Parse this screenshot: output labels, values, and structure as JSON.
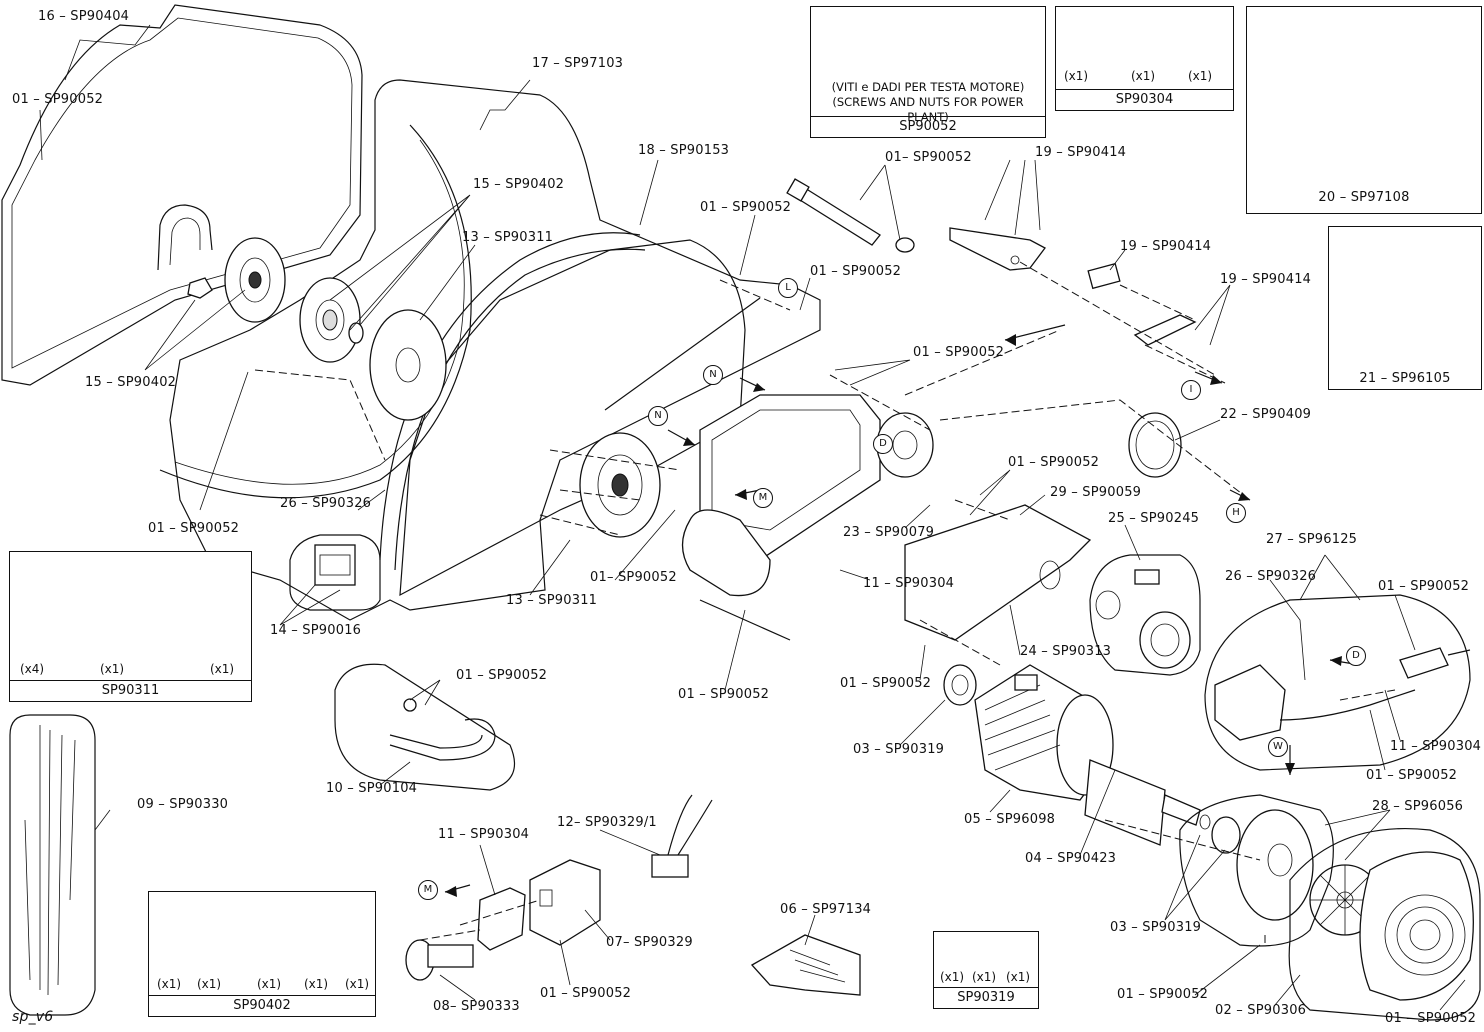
{
  "drawing_code": "sp_v6",
  "callouts": [
    {
      "id": "c-16",
      "text": "16 – SP90404"
    },
    {
      "id": "c-01a",
      "text": "01 – SP90052"
    },
    {
      "id": "c-17",
      "text": "17 – SP97103"
    },
    {
      "id": "c-15a",
      "text": "15 – SP90402"
    },
    {
      "id": "c-13a",
      "text": "13 – SP90311"
    },
    {
      "id": "c-15b",
      "text": "15 – SP90402"
    },
    {
      "id": "c-01b",
      "text": "01 – SP90052"
    },
    {
      "id": "c-18",
      "text": "18 – SP90153"
    },
    {
      "id": "c-01c",
      "text": "01 – SP90052"
    },
    {
      "id": "c-01d",
      "text": "01– SP90052"
    },
    {
      "id": "c-01e",
      "text": "01 – SP90052"
    },
    {
      "id": "c-19a",
      "text": "19 – SP90414"
    },
    {
      "id": "c-19b",
      "text": "19 – SP90414"
    },
    {
      "id": "c-19c",
      "text": "19 – SP90414"
    },
    {
      "id": "c-01f",
      "text": "01 – SP90052"
    },
    {
      "id": "c-22",
      "text": "22 – SP90409"
    },
    {
      "id": "c-26a",
      "text": "26 – SP90326"
    },
    {
      "id": "c-13b",
      "text": "13 – SP90311"
    },
    {
      "id": "c-01g",
      "text": "01– SP90052"
    },
    {
      "id": "c-01h",
      "text": "01 – SP90052"
    },
    {
      "id": "c-29",
      "text": "29 – SP90059"
    },
    {
      "id": "c-23",
      "text": "23 – SP90079"
    },
    {
      "id": "c-11a",
      "text": "11 – SP90304"
    },
    {
      "id": "c-25",
      "text": "25 – SP90245"
    },
    {
      "id": "c-14",
      "text": "14 – SP90016"
    },
    {
      "id": "c-27",
      "text": "27 – SP96125"
    },
    {
      "id": "c-26b",
      "text": "26 – SP90326"
    },
    {
      "id": "c-01i",
      "text": "01 – SP90052"
    },
    {
      "id": "c-24",
      "text": "24 – SP90313"
    },
    {
      "id": "c-01j",
      "text": "01 – SP90052"
    },
    {
      "id": "c-01k",
      "text": "01 – SP90052"
    },
    {
      "id": "c-01l",
      "text": "01 – SP90052"
    },
    {
      "id": "c-11b",
      "text": "11 – SP90304"
    },
    {
      "id": "c-01m",
      "text": "01 – SP90052"
    },
    {
      "id": "c-10",
      "text": "10 – SP90104"
    },
    {
      "id": "c-03a",
      "text": "03 – SP90319"
    },
    {
      "id": "c-09",
      "text": "09 – SP90330"
    },
    {
      "id": "c-05",
      "text": "05 – SP96098"
    },
    {
      "id": "c-28",
      "text": "28 – SP96056"
    },
    {
      "id": "c-04",
      "text": "04 – SP90423"
    },
    {
      "id": "c-11c",
      "text": "11 – SP90304"
    },
    {
      "id": "c-12",
      "text": "12– SP90329/1"
    },
    {
      "id": "c-07",
      "text": "07– SP90329"
    },
    {
      "id": "c-06",
      "text": "06 – SP97134"
    },
    {
      "id": "c-03b",
      "text": "03 – SP90319"
    },
    {
      "id": "c-01n",
      "text": "01 – SP90052"
    },
    {
      "id": "c-08",
      "text": "08– SP90333"
    },
    {
      "id": "c-01o",
      "text": "01 – SP90052"
    },
    {
      "id": "c-02",
      "text": "02 – SP90306"
    },
    {
      "id": "c-01p",
      "text": "01 – SP90052"
    }
  ],
  "markers": [
    "N",
    "N",
    "M",
    "M",
    "L",
    "I",
    "H",
    "D",
    "D",
    "W"
  ],
  "kits": {
    "screws": {
      "note_it": "(VITI e DADI PER TESTA MOTORE)",
      "note_en": "(SCREWS AND NUTS FOR POWER PLANT)",
      "code": "SP90052"
    },
    "sp90304": {
      "code": "SP90304",
      "qty": [
        "(x1)",
        "(x1)",
        "(x1)"
      ]
    },
    "sp97108": {
      "label": "20 – SP97108"
    },
    "sp96105": {
      "label": "21 – SP96105"
    },
    "sp90311": {
      "code": "SP90311",
      "qty": [
        "(x4)",
        "(x1)",
        "(x1)"
      ]
    },
    "sp90402": {
      "code": "SP90402",
      "qty": [
        "(x1)",
        "(x1)",
        "(x1)",
        "(x1)",
        "(x1)"
      ]
    },
    "sp90319": {
      "code": "SP90319",
      "qty": [
        "(x1)",
        "(x1)",
        "(x1)"
      ]
    }
  }
}
